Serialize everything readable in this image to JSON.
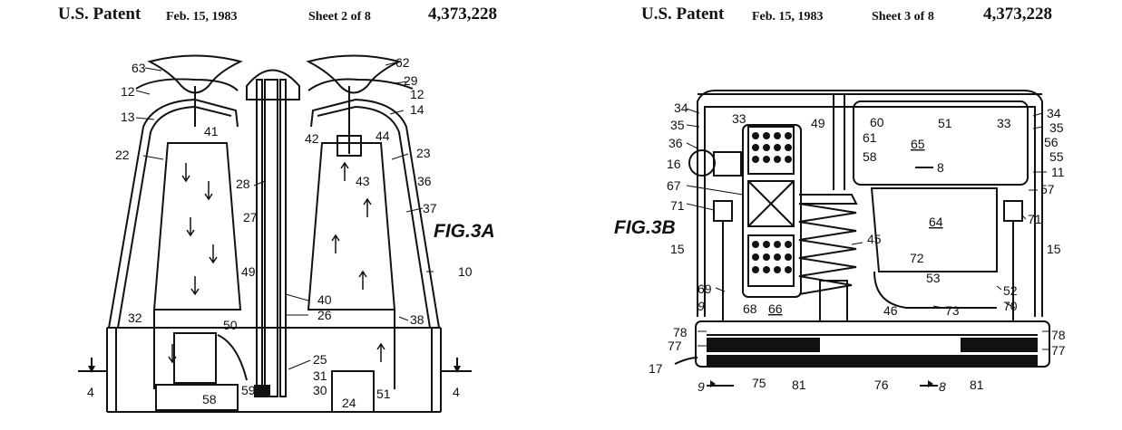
{
  "left": {
    "header": {
      "title": "U.S. Patent",
      "date": "Feb. 15, 1983",
      "sheet": "Sheet 2 of 8",
      "number": "4,373,228"
    },
    "figure_label": "FIG.3A",
    "refs": [
      "63",
      "62",
      "12",
      "29",
      "12",
      "13",
      "14",
      "41",
      "42",
      "44",
      "22",
      "23",
      "43",
      "28",
      "36",
      "37",
      "27",
      "10",
      "49",
      "40",
      "26",
      "32",
      "38",
      "50",
      "25",
      "31",
      "30",
      "58",
      "59",
      "24",
      "51",
      "4",
      "4"
    ]
  },
  "right": {
    "header": {
      "title": "U.S. Patent",
      "date": "Feb. 15, 1983",
      "sheet": "Sheet 3 of 8",
      "number": "4,373,228"
    },
    "figure_label": "FIG.3B",
    "refs": [
      "34",
      "35",
      "36",
      "33",
      "49",
      "60",
      "51",
      "33",
      "34",
      "35",
      "56",
      "61",
      "65",
      "58",
      "55",
      "16",
      "8",
      "11",
      "67",
      "57",
      "71",
      "64",
      "71",
      "15",
      "45",
      "15",
      "72",
      "53",
      "69",
      "52",
      "70",
      "9",
      "68",
      "66",
      "46",
      "73",
      "78",
      "78",
      "77",
      "77",
      "17",
      "9",
      "75",
      "81",
      "76",
      "8",
      "81"
    ]
  }
}
